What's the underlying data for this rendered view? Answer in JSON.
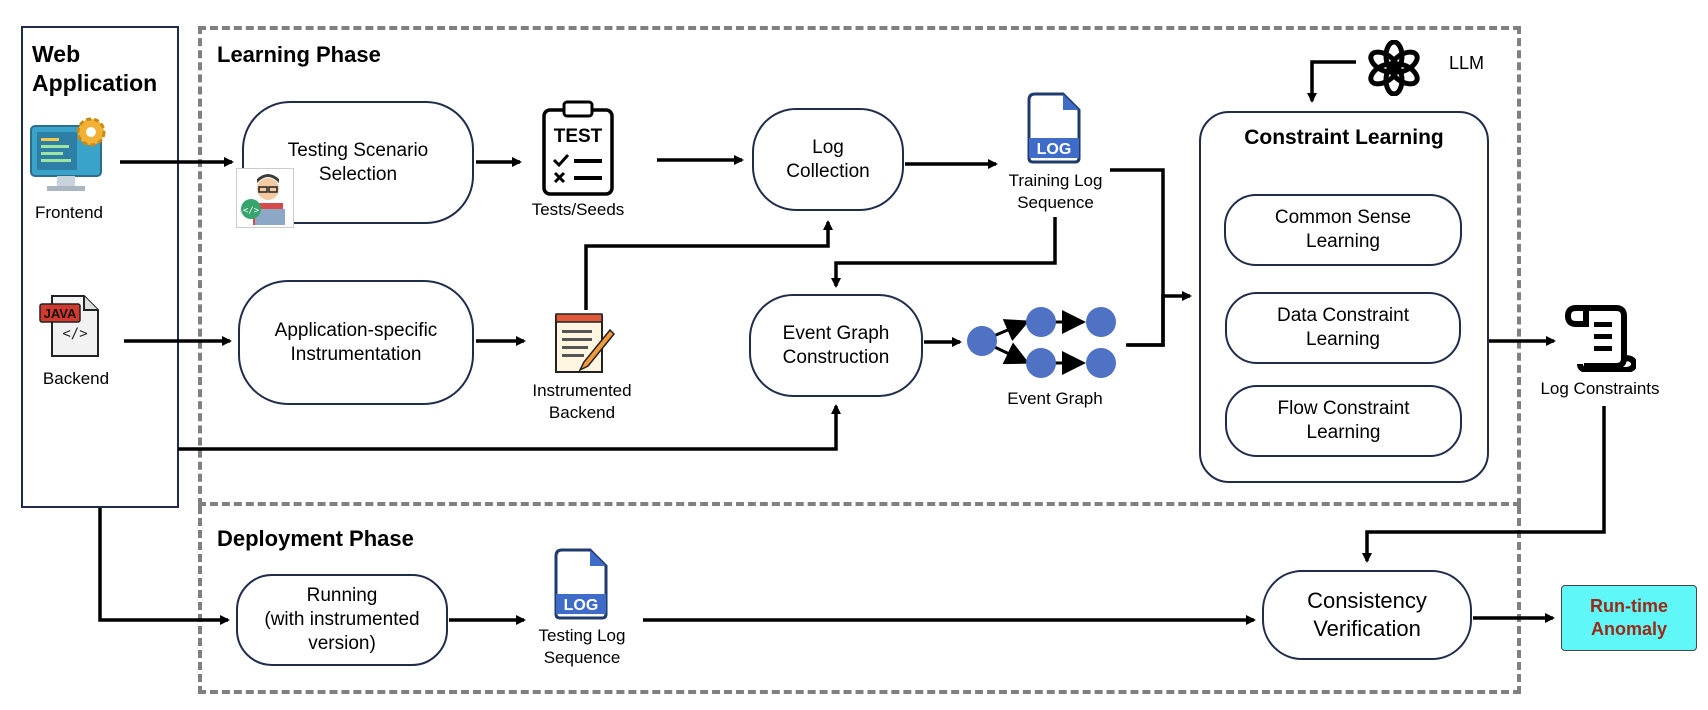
{
  "web_app": {
    "title": "Web\nApplication",
    "frontend_label": "Frontend",
    "backend_label": "Backend"
  },
  "learning": {
    "title": "Learning Phase",
    "testing_scenario": "Testing Scenario\nSelection",
    "tests_seeds": "Tests/Seeds",
    "log_collection": "Log\nCollection",
    "training_log": "Training Log\nSequence",
    "instrumentation": "Application-specific\nInstrumentation",
    "instrumented_backend": "Instrumented\nBackend",
    "event_graph_construction": "Event Graph\nConstruction",
    "event_graph": "Event Graph",
    "llm": "LLM",
    "constraint_learning": {
      "title": "Constraint Learning",
      "items": [
        "Common Sense\nLearning",
        "Data Constraint\nLearning",
        "Flow Constraint\nLearning"
      ]
    },
    "log_constraints": "Log Constraints"
  },
  "deployment": {
    "title": "Deployment Phase",
    "running": "Running\n(with instrumented\nversion)",
    "testing_log": "Testing Log\nSequence",
    "consistency": "Consistency\nVerification",
    "anomaly": "Run-time\nAnomaly"
  },
  "icons": {
    "frontend": "frontend-monitor-gear-icon",
    "backend": "java-file-icon",
    "developer": "developer-avatar-icon",
    "tests": "test-clipboard-icon",
    "instrumented": "notepad-pencil-icon",
    "log": "log-file-icon",
    "llm": "openai-logo-icon",
    "constraints": "scroll-icon"
  },
  "colors": {
    "node_border": "#1f2d4a",
    "graph_node": "#4f72c4",
    "log_blue": "#3f6bc9",
    "anomaly_bg": "#5ff7f7",
    "anomaly_text": "#9a2a16",
    "java_red": "#d33a2f"
  }
}
